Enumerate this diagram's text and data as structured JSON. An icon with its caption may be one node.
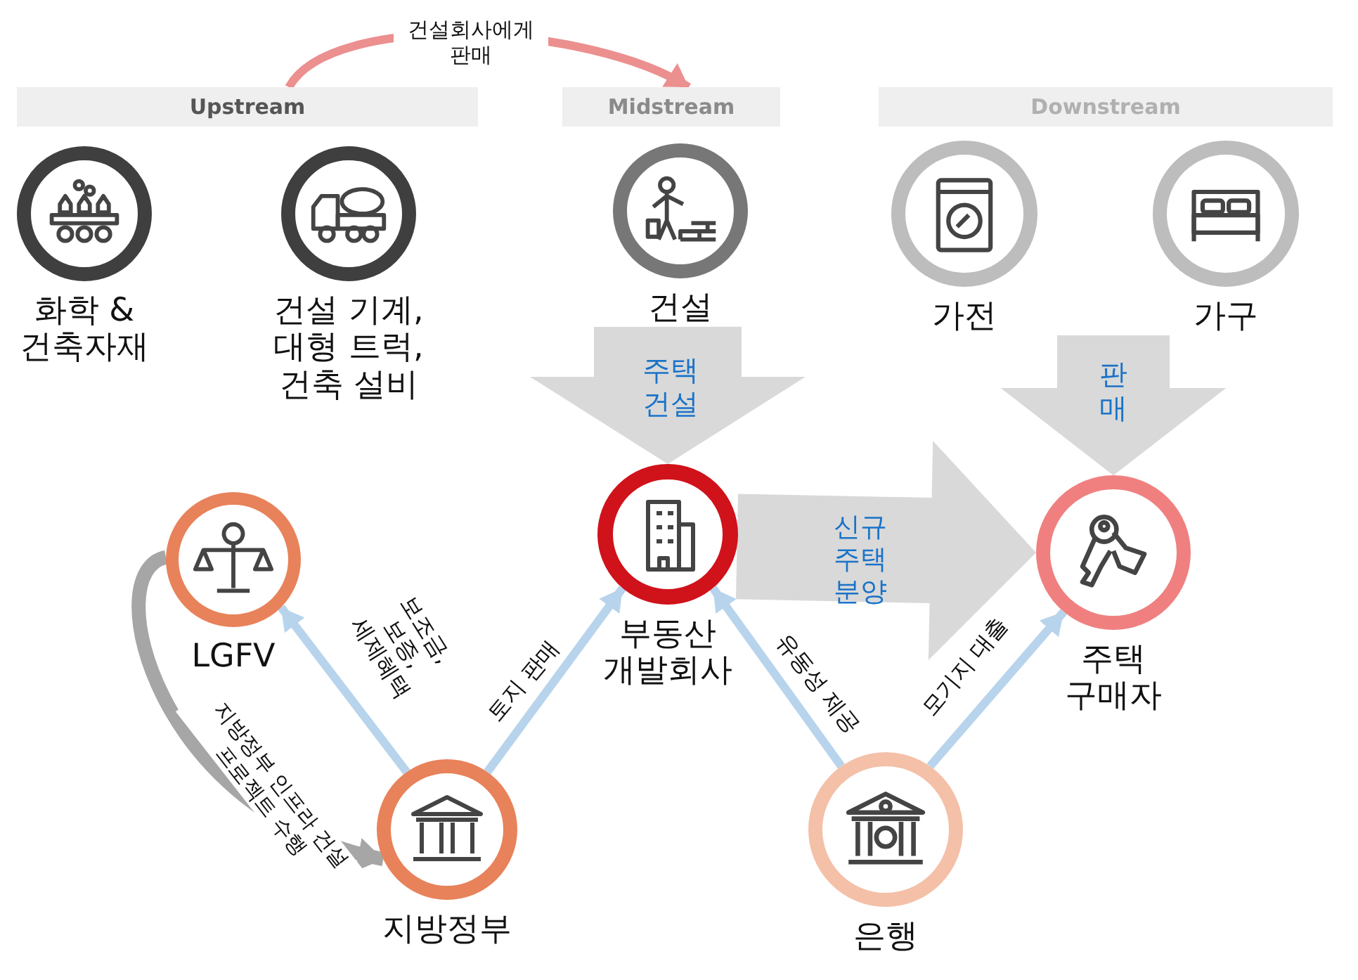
{
  "diagram": {
    "nodes": [
      {
        "text": [
          "Upstream"
        ]
      },
      {
        "text": [
          "Midstream"
        ]
      },
      {
        "text": [
          "Downstream"
        ]
      },
      {
        "text": [
          "화학 & 건축자재"
        ]
      },
      {
        "text": [
          "건설 기계, 대형 트럭, 건축 설비"
        ]
      },
      {
        "text": [
          "건설"
        ]
      },
      {
        "text": [
          "가전"
        ]
      },
      {
        "text": [
          "가구"
        ]
      },
      {
        "text": [
          "LGFV"
        ]
      },
      {
        "text": [
          "부동산 개발회사"
        ]
      },
      {
        "text": [
          "주택 구매자"
        ]
      },
      {
        "text": [
          "지방정부"
        ]
      },
      {
        "text": [
          "은행"
        ]
      }
    ],
    "edges": [
      {
        "from": 0,
        "to": 1,
        "arrow": "to",
        "label": "건설회사에게 판매",
        "color": "#ec8f8f"
      },
      {
        "from": 5,
        "to": 9,
        "arrow": "to",
        "label": "주택 건설",
        "style": "thick",
        "color": "#d9d9d9"
      },
      {
        "from": 6,
        "to": 10,
        "arrow": "to",
        "label": "판매",
        "style": "thick",
        "color": "#d9d9d9"
      },
      {
        "from": 7,
        "to": 10,
        "arrow": "to",
        "style": "thick",
        "color": "#d9d9d9"
      },
      {
        "from": 9,
        "to": 10,
        "arrow": "to",
        "label": "신규 주택 분양",
        "style": "thick",
        "color": "#d9d9d9"
      },
      {
        "from": 11,
        "to": 8,
        "arrow": "to",
        "label": "보조금, 보증, 세제혜택"
      },
      {
        "from": 11,
        "to": 9,
        "arrow": "to",
        "label": "토지 판매"
      },
      {
        "from": 12,
        "to": 9,
        "arrow": "to",
        "label": "유동성 제공"
      },
      {
        "from": 12,
        "to": 10,
        "arrow": "to",
        "label": "모기지 대출"
      },
      {
        "from": 8,
        "to": 11,
        "arrow": "to",
        "label": "지방정부 인프라 건설 프로젝트 수행",
        "color": "#a6a6a6"
      }
    ]
  }
}
